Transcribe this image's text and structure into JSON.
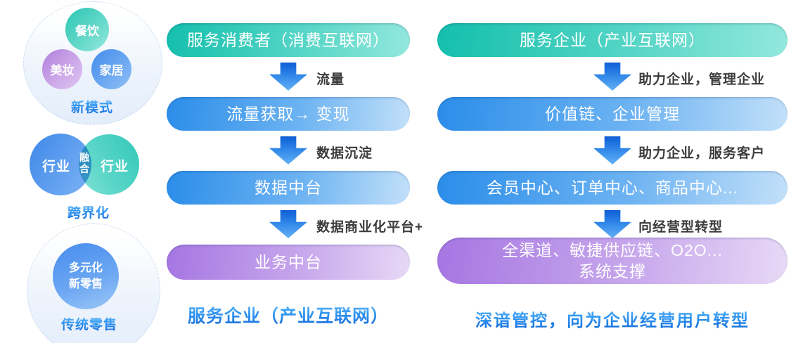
{
  "left_panel": {
    "group_new_model": {
      "label": "新模式",
      "bubble_top": "餐饮",
      "bubble_left": "美妆",
      "bubble_right": "家居"
    },
    "group_crossover": {
      "label": "跨界化",
      "left_circle": "行业",
      "right_circle": "行业",
      "center": "融\n合"
    },
    "group_traditional": {
      "label": "传统零售",
      "bubble": "多元化\n新零售"
    }
  },
  "consumer_flow": {
    "node1": "服务消费者（消费互联网）",
    "arrow1": "流量",
    "node2": "流量获取→ 变现",
    "arrow2": "数据沉淀",
    "node3": "数据中台",
    "arrow3": "数据商业化平台+",
    "node4": "业务中台",
    "caption": "服务企业（产业互联网）"
  },
  "enterprise_flow": {
    "node1": "服务企业（产业互联网）",
    "arrow1": "助力企业，管理企业",
    "node2": "价值链、企业管理",
    "arrow2": "助力企业，服务客户",
    "node3": "会员中心、订单中心、商品中心...",
    "arrow3": "向经营型转型",
    "node4": "全渠道、敏捷供应链、O2O...\n系统支撑",
    "caption": "深谙管控，向为企业经营用户转型"
  },
  "colors": {
    "teal_start": "#14bfac",
    "teal_end": "#93e8dd",
    "blue_start": "#2b8de9",
    "blue_end": "#c2e0f9",
    "purple_start": "#a676e2",
    "purple_end": "#e7d9f6",
    "arrow_blue": "#2f86e8",
    "headline_blue": "#1e86ea",
    "arrow_label_gray": "#3c3c3c"
  }
}
